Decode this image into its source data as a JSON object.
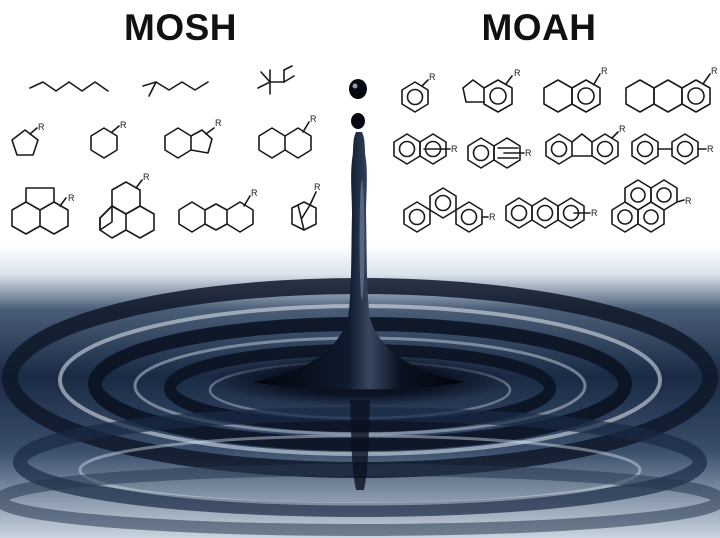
{
  "titles": {
    "mosh": "MOSH",
    "moah": "MOAH"
  },
  "substituent_label": "R",
  "colors": {
    "ink": "#1a1a1a",
    "oil": "#0b1220",
    "water_light": "#e7edf3",
    "water_dark": "#101a2b"
  },
  "mosh_structures": [
    "linear-alkane",
    "branched-alkane",
    "tertiary-branched-alkane",
    "alkyl-cyclopentane",
    "alkyl-cyclohexane",
    "alkyl-hydrindane",
    "alkyl-decalin",
    "alkyl-tricyclic-fused",
    "alkyl-perhydrophenalene",
    "alkyl-perhydrofluorene",
    "alkyl-bridged-bicycle"
  ],
  "moah_structures": [
    "alkyl-benzene",
    "alkyl-indane",
    "alkyl-tetralin",
    "alkyl-hexahydrophenanthrene",
    "alkyl-naphthalene",
    "alkyl-methylnaphthalene",
    "alkyl-fluorene",
    "alkyl-biphenyl",
    "alkyl-phenanthrene",
    "alkyl-anthracene",
    "alkyl-pyrene"
  ]
}
